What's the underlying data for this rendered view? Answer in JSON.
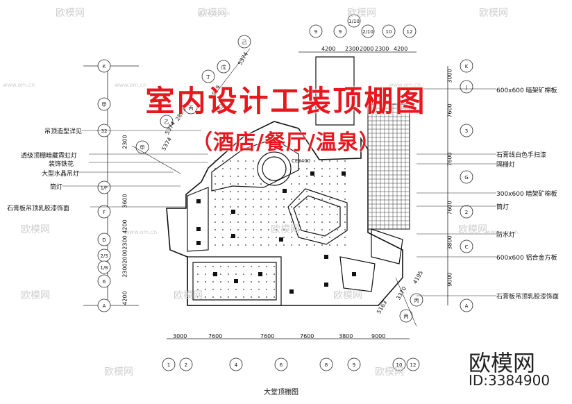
{
  "title": {
    "main": "室内设计工装顶棚图",
    "sub": "（酒店/餐厅/温泉）"
  },
  "brand": {
    "name": "欧模网",
    "id": "ID:3384900"
  },
  "caption": "大堂顶棚图",
  "ceiling_label": "CE3400",
  "watermarks": [
    "欧模网",
    "欧模网",
    "欧模网",
    "欧模网",
    "欧模网",
    "欧模网",
    "欧模网",
    "欧模网",
    "欧模网",
    "欧模网",
    "欧模网",
    "欧模网"
  ],
  "watermark_urls": [
    "www.om.cn",
    "www.om.cn",
    "www.om.cn",
    "www.om.cn",
    "www.om.cn",
    "www.om.cn"
  ],
  "left_labels": [
    "吊顶造型详见",
    "透级顶棚暗藏霓虹灯",
    "装饰铁花",
    "大型水晶吊灯",
    "筒灯",
    "石膏板吊顶乳胶漆饰面"
  ],
  "right_labels": [
    "600x600 暗架矿棉板",
    "石膏线白色手扫漆",
    "隔栅灯",
    "300x600 暗架矿棉板",
    "筒灯",
    "防水灯",
    "600x600 铝合金方板",
    "石膏板吊顶乳胶漆饰面"
  ],
  "left_grid": [
    "K",
    "甲",
    "32",
    "1/F",
    "F",
    "D",
    "2/3",
    "1/8",
    "6",
    "A"
  ],
  "left_dims": [
    "2300",
    "3600",
    "4200",
    "2300",
    "2000",
    "2300",
    "4200"
  ],
  "right_grid": [
    "K",
    "J",
    "3",
    "G",
    "2",
    "C",
    "A"
  ],
  "right_dims": [
    "3000",
    "7600",
    "7600",
    "7600",
    "3800",
    "9000"
  ],
  "top_grid": [
    "9",
    "9",
    "2/10",
    "10",
    "12",
    "1/10"
  ],
  "top_dims": [
    "4200",
    "2300",
    "2000",
    "2300",
    "4200"
  ],
  "bottom_grid": [
    "1",
    "2",
    "4",
    "6",
    "8",
    "9",
    "10",
    "12"
  ],
  "bottom_dims": [
    "3000",
    "7600",
    "7600",
    "7600",
    "3800",
    "9000"
  ],
  "diag_grid": [
    "己",
    "戊",
    "丁",
    "丙",
    "乙",
    "甲",
    "丙",
    "丙"
  ],
  "diag_dims": [
    "5374",
    "2829",
    "7629",
    "5374",
    "2829",
    "5374",
    "4195",
    "3370",
    "5163"
  ]
}
